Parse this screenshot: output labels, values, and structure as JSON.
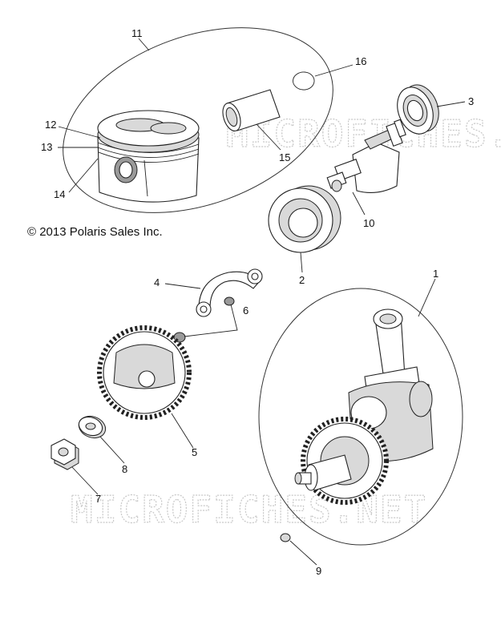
{
  "copyright": "© 2013 Polaris Sales Inc.",
  "watermark": "MICROFICHES.NET",
  "callouts": {
    "c1": "1",
    "c2": "2",
    "c3": "3",
    "c4": "4",
    "c5": "5",
    "c6": "6",
    "c7": "7",
    "c8": "8",
    "c9": "9",
    "c10": "10",
    "c11": "11",
    "c12": "12",
    "c13": "13",
    "c14": "14",
    "c15": "15",
    "c16": "16"
  }
}
